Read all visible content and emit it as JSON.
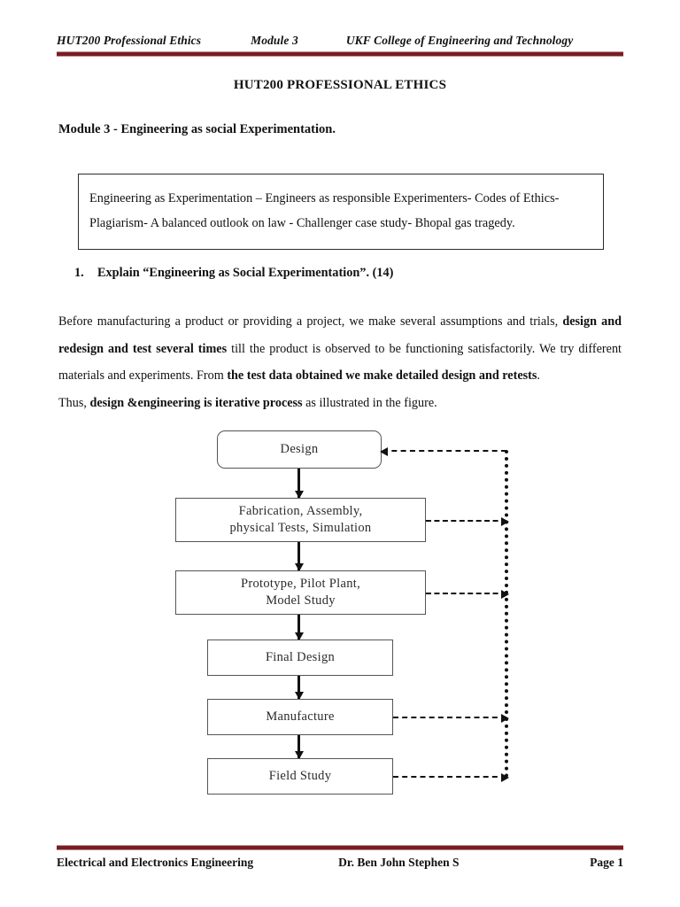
{
  "header": {
    "left": "HUT200 Professional Ethics",
    "middle": "Module 3",
    "right": "UKF College of Engineering and Technology"
  },
  "title": "HUT200 PROFESSIONAL ETHICS",
  "module_line": "Module 3 - Engineering as social Experimentation.",
  "syllabus_box": {
    "line1": "Engineering as Experimentation – Engineers as responsible Experimenters- Codes of Ethics-",
    "line2": "Plagiarism- A balanced outlook on law - Challenger case study- Bhopal gas tragedy."
  },
  "question": {
    "number": "1.",
    "text": "Explain “Engineering as Social Experimentation”. (14)"
  },
  "body": {
    "p1_a": "Before manufacturing a product or providing a project, we make several assumptions and trials, ",
    "p1_b": "design and redesign and test several times",
    "p1_c": " till the product is observed to be functioning satisfactorily. We try different materials and experiments. From ",
    "p1_d": "the test data obtained we make detailed design and retests",
    "p1_e": ".",
    "p2_a": "Thus, ",
    "p2_b": "design &engineering is iterative process",
    "p2_c": " as illustrated in the figure."
  },
  "flowchart": {
    "type": "diagram",
    "nodes": [
      {
        "id": "design",
        "label": "Design"
      },
      {
        "id": "fabrication",
        "label_line1": "Fabrication, Assembly,",
        "label_line2": "physical Tests, Simulation"
      },
      {
        "id": "prototype",
        "label_line1": "Prototype, Pilot Plant,",
        "label_line2": "Model Study"
      },
      {
        "id": "final",
        "label": "Final Design"
      },
      {
        "id": "manufacture",
        "label": "Manufacture"
      },
      {
        "id": "field",
        "label": "Field Study"
      }
    ]
  },
  "footer": {
    "left": "Electrical and Electronics Engineering",
    "middle": "Dr. Ben John Stephen S",
    "right": "Page 1"
  },
  "colors": {
    "rule": "#7b1c22",
    "text": "#111111",
    "node_border": "#555555"
  }
}
